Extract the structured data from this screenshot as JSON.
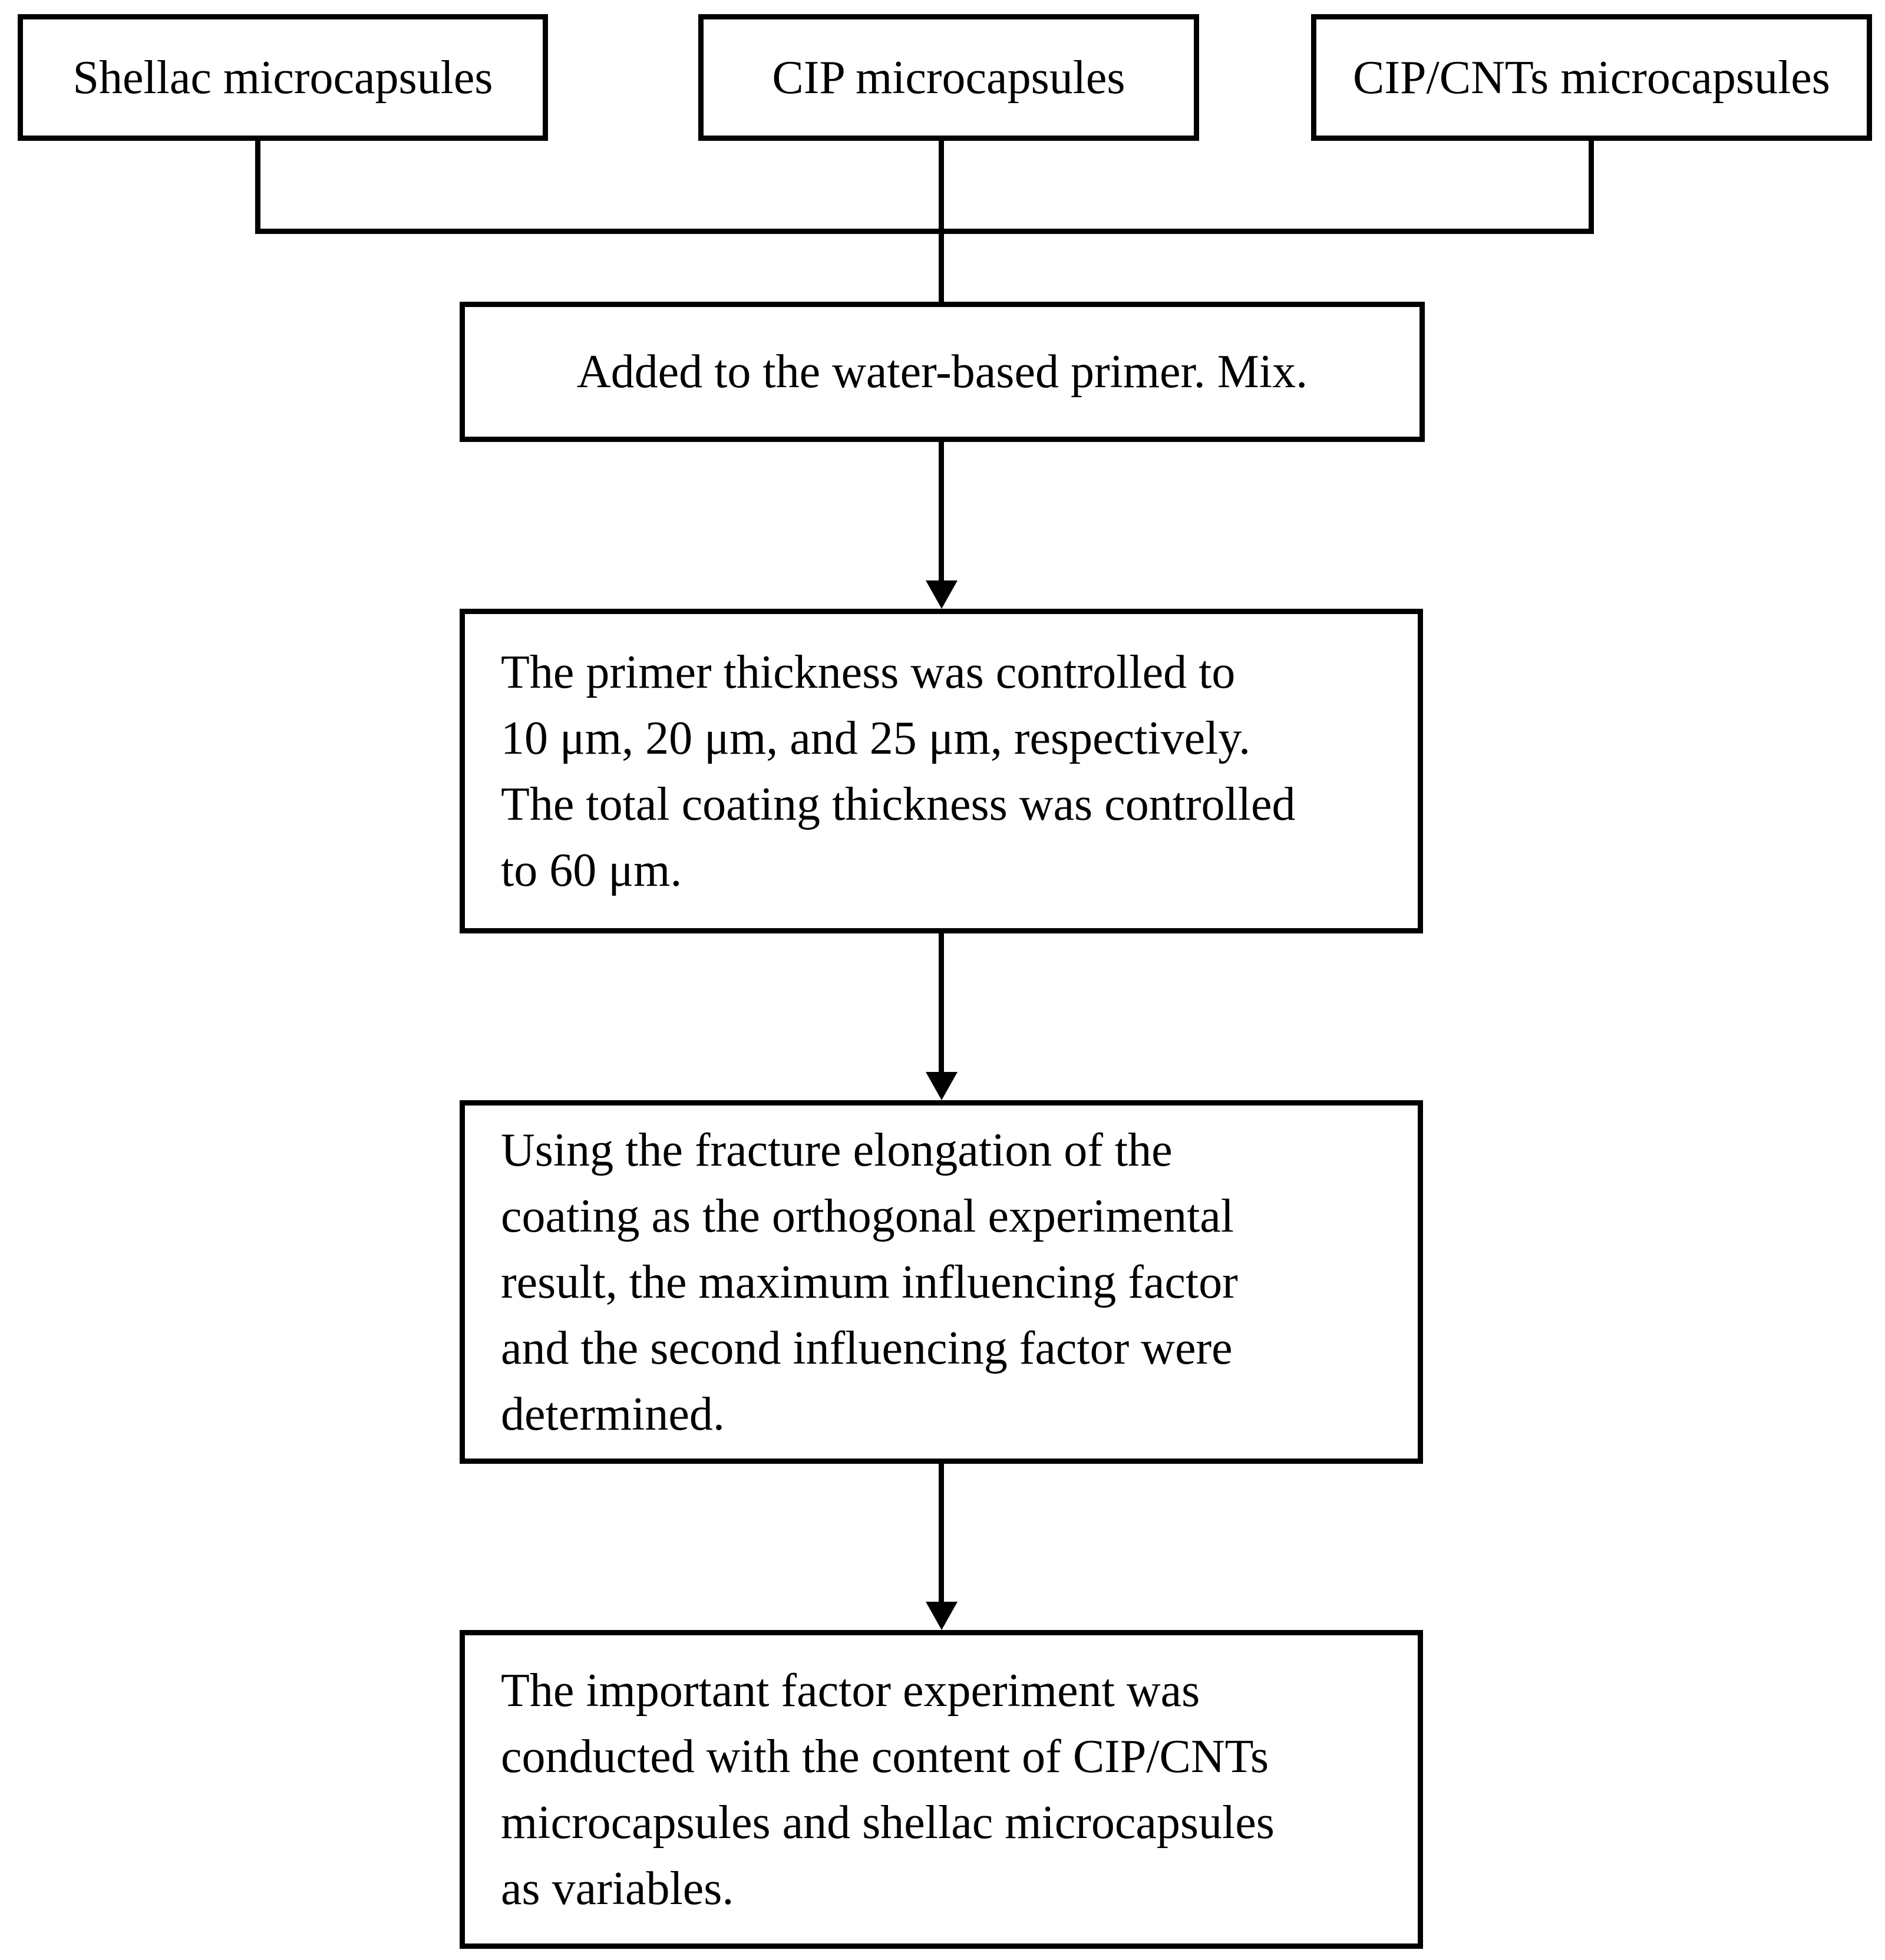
{
  "figure": {
    "type": "flowchart",
    "background_color": "#ffffff",
    "line_color": "#000000"
  },
  "top_boxes": [
    {
      "label": "Shellac microcapsules"
    },
    {
      "label": "CIP microcapsules"
    },
    {
      "label": "CIP/CNTs microcapsules"
    }
  ],
  "flow_boxes": [
    {
      "lines": [
        "Added to the water-based primer. Mix."
      ]
    },
    {
      "lines": [
        "The primer thickness was controlled to",
        "10 μm, 20 μm, and 25 μm, respectively.",
        "The total coating thickness was controlled",
        "to 60 μm."
      ]
    },
    {
      "lines": [
        "Using the fracture elongation of the",
        "coating as the orthogonal experimental",
        "result, the maximum influencing factor",
        "and the second influencing factor were",
        "determined."
      ]
    },
    {
      "lines": [
        "The important factor experiment was",
        "conducted with the content of CIP/CNTs",
        "microcapsules and shellac microcapsules",
        "as variables."
      ]
    }
  ]
}
